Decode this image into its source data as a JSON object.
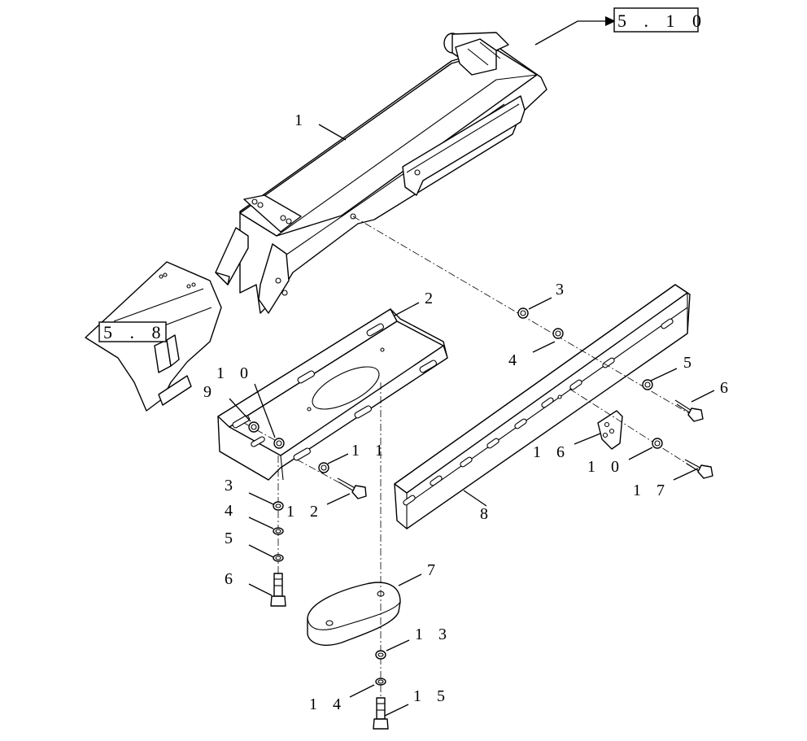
{
  "references": {
    "top": "5 . 1 0",
    "left": "5 . 8"
  },
  "callouts": {
    "c1": "1",
    "c2": "2",
    "c3a": "3",
    "c4a": "4",
    "c5a": "5",
    "c6a": "6",
    "c7": "7",
    "c8": "8",
    "c9": "9",
    "c10a": "1 0",
    "c11": "1 1",
    "c12": "1 2",
    "c3b": "3",
    "c4b": "4",
    "c5b": "5",
    "c6b": "6",
    "c13": "1 3",
    "c14": "1 4",
    "c15": "1 5",
    "c16": "1 6",
    "c10b": "1 0",
    "c17": "1 7"
  }
}
